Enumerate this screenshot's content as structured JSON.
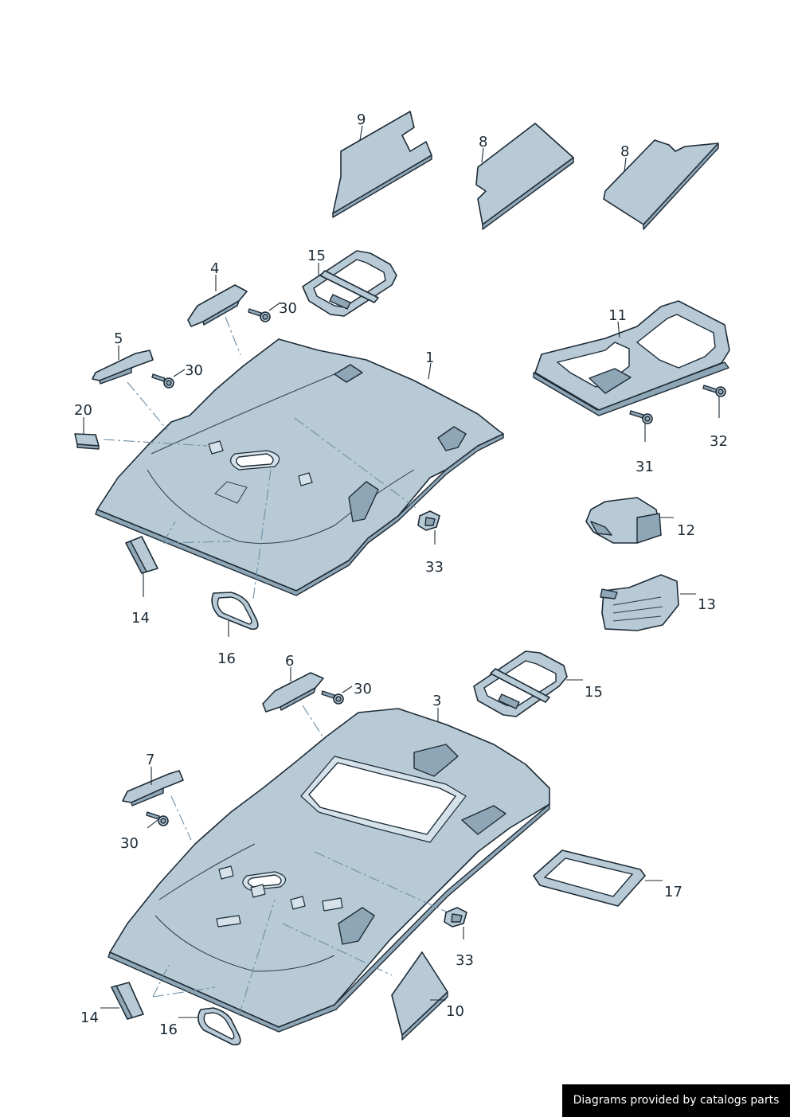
{
  "callouts": {
    "top_headliner": "1",
    "bottom_headliner": "3",
    "grab_handle_top": "4",
    "grab_handle_left_top": "5",
    "grab_handle_bottom": "6",
    "grab_handle_left_bottom": "7",
    "insulation_mat_a": "8",
    "insulation_mat_b": "8",
    "insulation_mat_c": "9",
    "pad_right": "10",
    "console_frame": "11",
    "cover_upper": "12",
    "cover_lower": "13",
    "damper_top": "14",
    "damper_bottom": "14",
    "frame_top": "15",
    "frame_bottom": "15",
    "seal_top": "16",
    "seal_bottom": "16",
    "sunroof_seal": "17",
    "pad_small": "20",
    "bolt_top_a": "30",
    "bolt_top_b": "30",
    "bolt_bottom_a": "30",
    "bolt_bottom_b": "30",
    "screw_31": "31",
    "screw_32": "32",
    "clip_top": "33",
    "clip_bottom": "33"
  },
  "colors": {
    "part_fill": "#b7cad6",
    "part_shade": "#8fa6b6",
    "outline": "#1d2b36",
    "dash_line": "#6f8fa6"
  },
  "footer": {
    "credit": "Diagrams provided by catalogs parts"
  }
}
